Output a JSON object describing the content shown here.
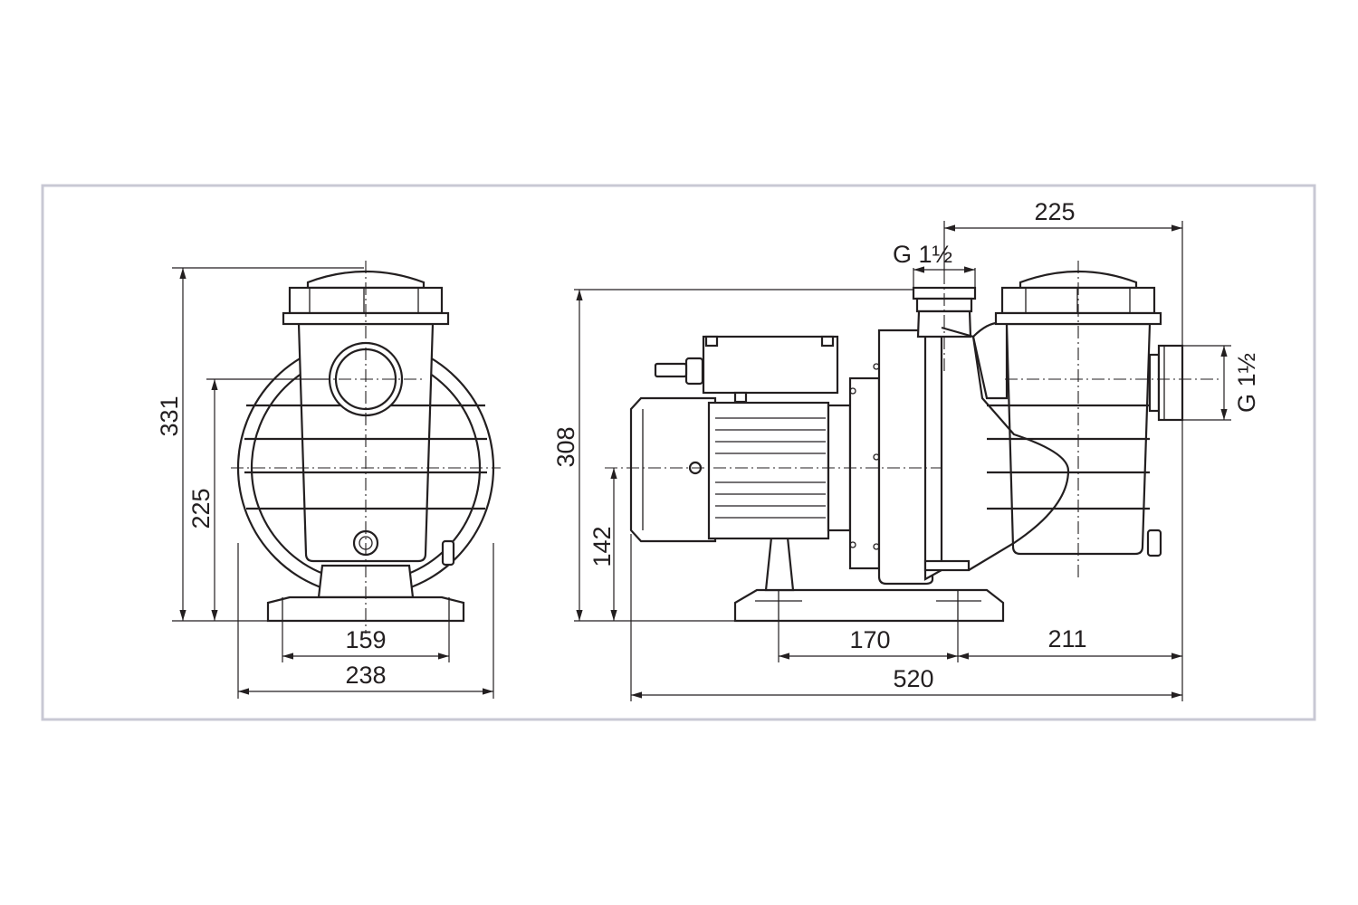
{
  "dimensions": {
    "front_height_total": "331",
    "front_height_axis": "225",
    "front_base_holes": "159",
    "front_width": "238",
    "side_height_total": "308",
    "side_height_axis": "142",
    "side_outlet_offset": "225",
    "side_outlet_thread": "G 1½",
    "side_inlet_thread": "G 1½",
    "side_base_holes": "170",
    "side_inlet_offset": "211",
    "side_length": "520"
  }
}
